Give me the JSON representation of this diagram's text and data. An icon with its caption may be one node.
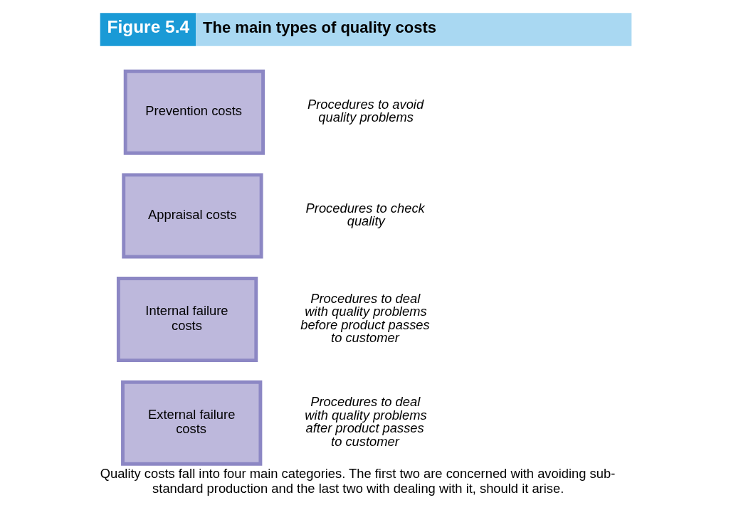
{
  "diagram": {
    "title": "The main types of quality costs",
    "caption": "Quality costs fall into four main categories. The first two are concerned with avoiding sub-standard production and the last two with dealing with it, should it arise.",
    "nodes": [
      {
        "text": [
          "Prevention costs"
        ],
        "beside": [
          "Procedures to avoid quality problems"
        ]
      },
      {
        "text": [
          "Appraisal costs"
        ],
        "beside": [
          "Procedures to check quality"
        ]
      },
      {
        "text": [
          "Internal failure costs"
        ],
        "beside": [
          "Procedures to deal with quality problems before product passes to customer"
        ]
      },
      {
        "text": [
          "External failure costs"
        ],
        "beside": [
          "Procedures to deal with quality problems after product passes to customer"
        ]
      }
    ],
    "labels": [
      "Figure 5.4"
    ]
  }
}
